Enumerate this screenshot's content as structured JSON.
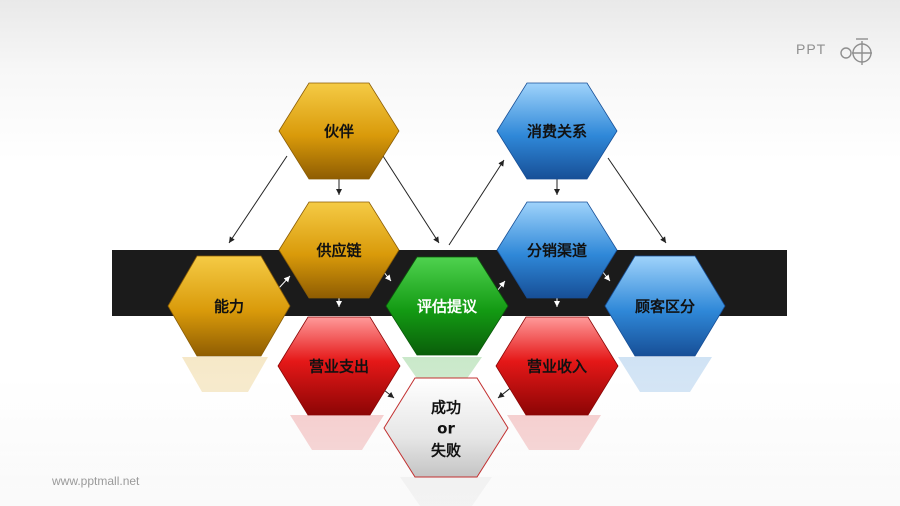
{
  "website": "www.pptmall.net",
  "logo": {
    "text": "PPT"
  },
  "colors": {
    "gold": "#d99a0a",
    "blue": "#2f80d0",
    "green": "#139a13",
    "red": "#d40f0f",
    "silver": "#dcdcdc",
    "band": "#1b1b1b"
  },
  "nodes": {
    "partner": "伙伴",
    "supply_chain": "供应链",
    "capability": "能力",
    "operating_expense": "营业支出",
    "evaluate_proposal": "评估提议",
    "consumer_relation": "消费关系",
    "distribution_channel": "分销渠道",
    "customer_segment": "顾客区分",
    "operating_income": "营业收入",
    "outcome": [
      "成功",
      "or",
      "失败"
    ]
  }
}
